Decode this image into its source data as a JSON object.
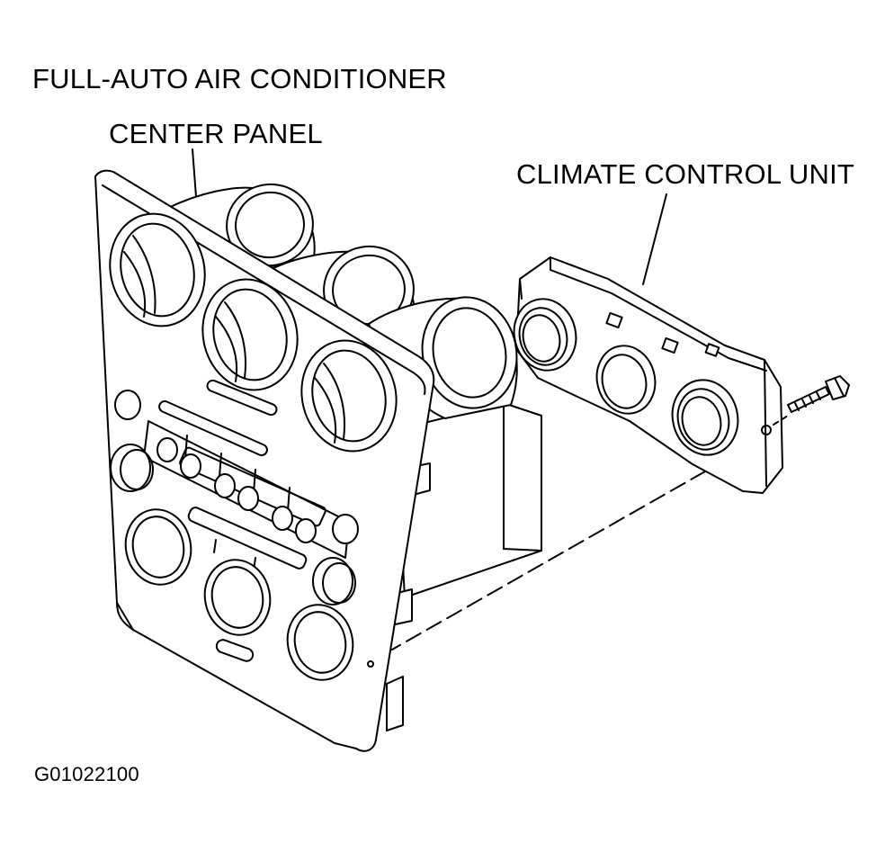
{
  "diagram": {
    "title": "FULL-AUTO AIR CONDITIONER",
    "callouts": {
      "center_panel": "CENTER PANEL",
      "climate_control_unit": "CLIMATE CONTROL UNIT"
    },
    "figure_id": "G01022100"
  },
  "colors": {
    "line": "#000000",
    "background": "#ffffff"
  }
}
